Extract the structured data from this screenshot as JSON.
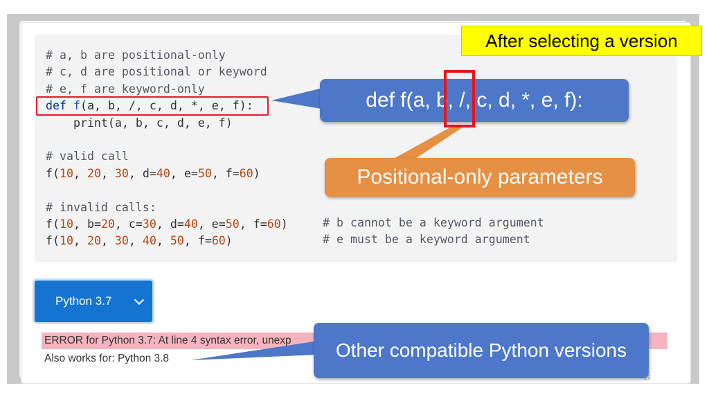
{
  "code": {
    "comments_top": [
      "# a, b are positional-only",
      "# c, d are positional or keyword",
      "# e, f are keyword-only"
    ],
    "def_keyword": "def",
    "def_name": "f",
    "def_rest": "(a, b, /, c, d, *, e, f):",
    "print_line": "    print(a, b, c, d, e, f)",
    "valid_comment": "# valid call",
    "valid_call": "f(10, 20, 30, d=40, e=50, f=60)",
    "invalid_comment": "# invalid calls:",
    "invalid_call_1": "f(10, b=20, c=30, d=40, e=50, f=60)",
    "invalid_call_2": "f(10, 20, 30, 40, 50, f=60)",
    "invalid_note_1": "# b cannot be a keyword argument",
    "invalid_note_2": "# e must be a keyword argument"
  },
  "version_select": {
    "label": "Python 3.7"
  },
  "error_message": "ERROR for Python 3.7: At line 4 syntax error, unexp",
  "also_works": "Also works for: Python 3.8",
  "page_number": "16",
  "annotations": {
    "after_selecting": "After selecting a version",
    "def_signature": "def f(a, b, /, c, d, *, e, f):",
    "positional_only": "Positional-only parameters",
    "other_versions": "Other compatible Python versions"
  },
  "colors": {
    "accent_blue": "#4d77c8",
    "accent_orange": "#e59043",
    "button_blue": "#1574d0",
    "error_pink": "#f4b4bf",
    "highlight_red": "#e6141c",
    "note_yellow": "#ffff00"
  }
}
